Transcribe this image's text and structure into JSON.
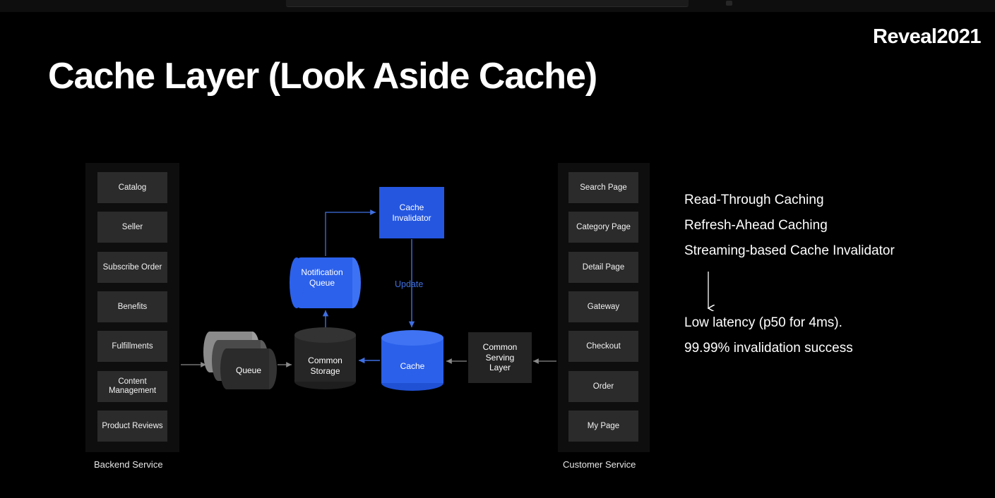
{
  "header": {
    "brand": "Reveal2021",
    "title": "Cache Layer (Look Aside Cache)"
  },
  "colors": {
    "background": "#000000",
    "accent_blue": "#2456e0",
    "cache_blue": "#2b60ea",
    "panel_bg": "#0e0e0e",
    "box_gray": "#2b2b2b",
    "text_white": "#ffffff",
    "update_label_blue": "#3f6fe2",
    "arrow_gray": "#8a8a8a",
    "arrow_blue": "#3f6fe2"
  },
  "backend_service": {
    "caption": "Backend Service",
    "items": [
      {
        "label": "Catalog"
      },
      {
        "label": "Seller"
      },
      {
        "label": "Subscribe\nOrder"
      },
      {
        "label": "Benefits"
      },
      {
        "label": "Fulfillments"
      },
      {
        "label": "Content\nManagement"
      },
      {
        "label": "Product\nReviews"
      }
    ]
  },
  "customer_service": {
    "caption": "Customer Service",
    "items": [
      {
        "label": "Search Page"
      },
      {
        "label": "Category\nPage"
      },
      {
        "label": "Detail Page"
      },
      {
        "label": "Gateway"
      },
      {
        "label": "Checkout"
      },
      {
        "label": "Order"
      },
      {
        "label": "My Page"
      }
    ]
  },
  "diagram": {
    "nodes": {
      "queue": "Queue",
      "common_storage": "Common\nStorage",
      "notification_queue": "Notification\nQueue",
      "cache_invalidator": "Cache\nInvalidator",
      "cache": "Cache",
      "common_serving_layer": "Common\nServing\nLayer"
    },
    "edge_labels": {
      "update": "Update"
    }
  },
  "notes": {
    "features": [
      "Read-Through Caching",
      "Refresh-Ahead Caching",
      "Streaming-based Cache Invalidator"
    ],
    "results": [
      "Low latency (p50 for 4ms).",
      "99.99% invalidation success"
    ]
  }
}
